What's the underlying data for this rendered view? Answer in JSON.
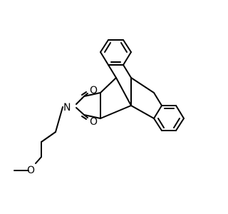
{
  "atoms": {
    "o_top": "O",
    "o_bottom": "O",
    "n_imide": "N",
    "o_ether": "O"
  },
  "colors": {
    "background": "#ffffff",
    "bond": "#000000",
    "label": "#000000"
  }
}
